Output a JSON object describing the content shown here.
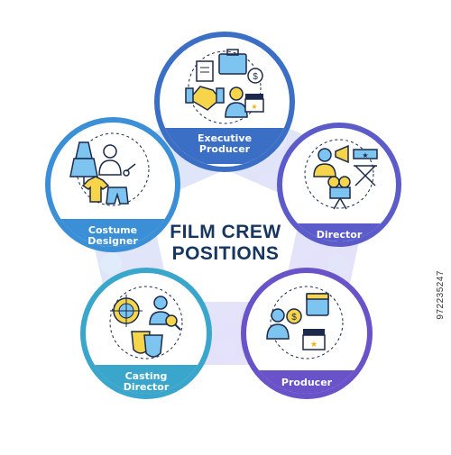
{
  "title": {
    "line1": "FILM CREW",
    "line2": "POSITIONS"
  },
  "positions": [
    {
      "id": "executive-producer",
      "line1": "Executive",
      "line2": "Producer",
      "color": "#3b6fc6"
    },
    {
      "id": "director",
      "line1": "Director",
      "line2": "",
      "color": "#5b5bc9"
    },
    {
      "id": "producer",
      "line1": "Producer",
      "line2": "",
      "color": "#6a52c8"
    },
    {
      "id": "casting-director",
      "line1": "Casting",
      "line2": "Director",
      "color": "#3aa6cc"
    },
    {
      "id": "costume-designer",
      "line1": "Costume",
      "line2": "Designer",
      "color": "#3a8fd6"
    }
  ],
  "stock_id": "972235247",
  "colors": {
    "title": "#16365f",
    "connector": "#e3e8fb",
    "icon_yellow": "#f7d54a",
    "icon_blue": "#7dc4f0",
    "icon_outline": "#1b2a4a"
  }
}
